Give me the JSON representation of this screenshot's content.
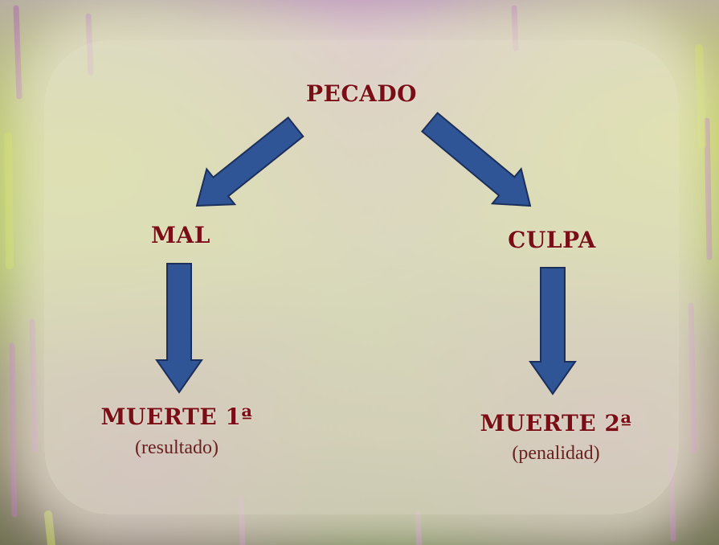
{
  "nodes": {
    "pecado": "PECADO",
    "mal": "MAL",
    "culpa": "CULPA",
    "muerte1": "MUERTE 1ª",
    "muerte1_note": "(resultado)",
    "muerte2": "MUERTE 2ª",
    "muerte2_note": "(penalidad)"
  },
  "colors": {
    "label": "#7a0e16",
    "arrow_fill": "#2f5597",
    "arrow_stroke": "#1c2f5a"
  }
}
